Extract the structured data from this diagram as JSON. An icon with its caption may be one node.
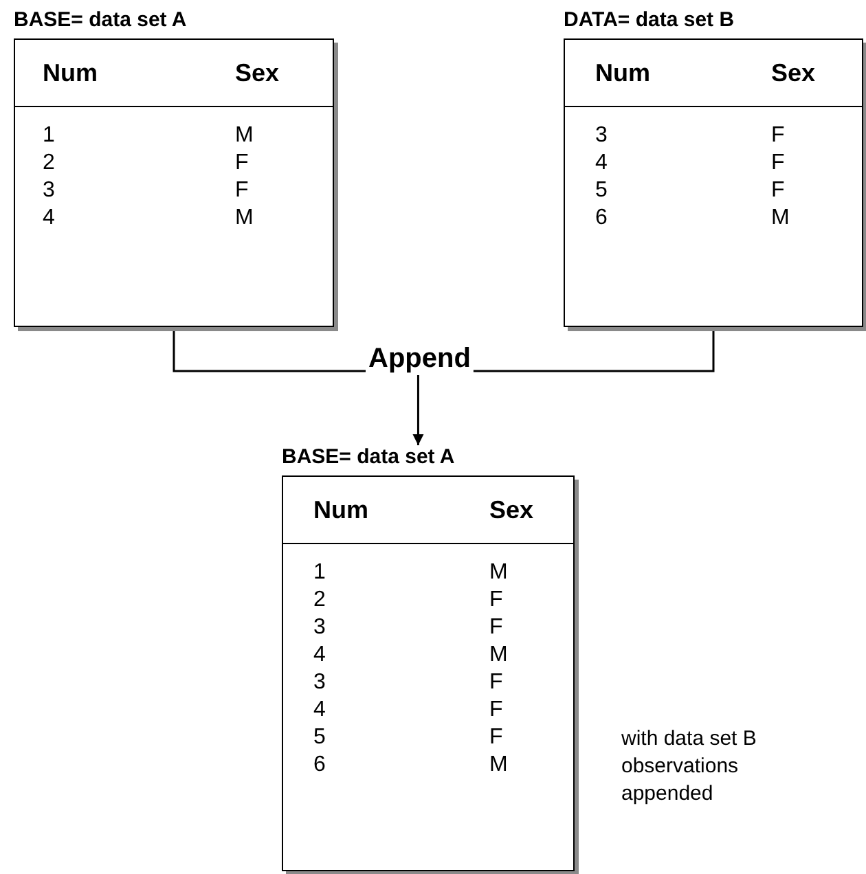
{
  "diagram": {
    "nodes": [
      {
        "text": [
          "BASE= data set A",
          "Num",
          "Sex",
          "1",
          "M",
          "2",
          "F",
          "3",
          "F",
          "4",
          "M"
        ]
      },
      {
        "text": [
          "DATA= data set B",
          "Num",
          "Sex",
          "3",
          "F",
          "4",
          "F",
          "5",
          "F",
          "6",
          "M"
        ]
      },
      {
        "text": [
          "Append"
        ]
      },
      {
        "text": [
          "BASE=  data set A",
          "Num",
          "Sex",
          "1",
          "M",
          "2",
          "F",
          "3",
          "F",
          "4",
          "M",
          "3",
          "F",
          "4",
          "F",
          "5",
          "F",
          "6",
          "M"
        ],
        "beside": [
          "with data set B observations appended"
        ]
      }
    ],
    "edges": [
      {
        "from": 0,
        "to": 2,
        "arrow": "none"
      },
      {
        "from": 1,
        "to": 2,
        "arrow": "none"
      },
      {
        "from": 2,
        "to": 3,
        "arrow": "to"
      }
    ]
  }
}
